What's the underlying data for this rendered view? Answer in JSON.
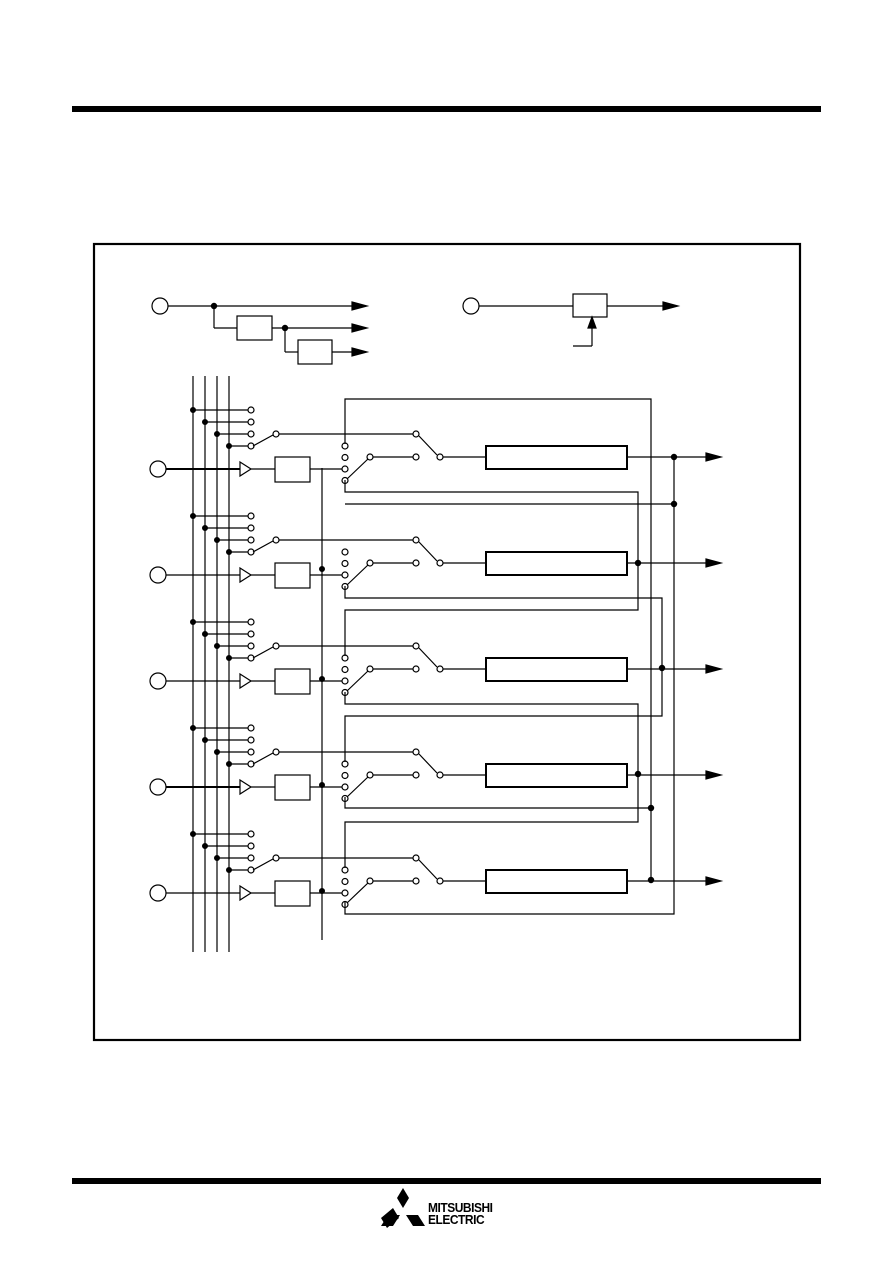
{
  "header": {
    "rule_color": "#000000"
  },
  "diagram": {
    "channel_count": 5,
    "bus_count": 4,
    "stroke_color": "#000000",
    "background": "#ffffff",
    "icons": [
      "input-terminal-icon",
      "amplifier-icon",
      "switch-icon",
      "junction-dot-icon",
      "output-arrow-icon"
    ]
  },
  "footer": {
    "logo_line1": "MITSUBISHI",
    "logo_line2": "ELECTRIC"
  }
}
